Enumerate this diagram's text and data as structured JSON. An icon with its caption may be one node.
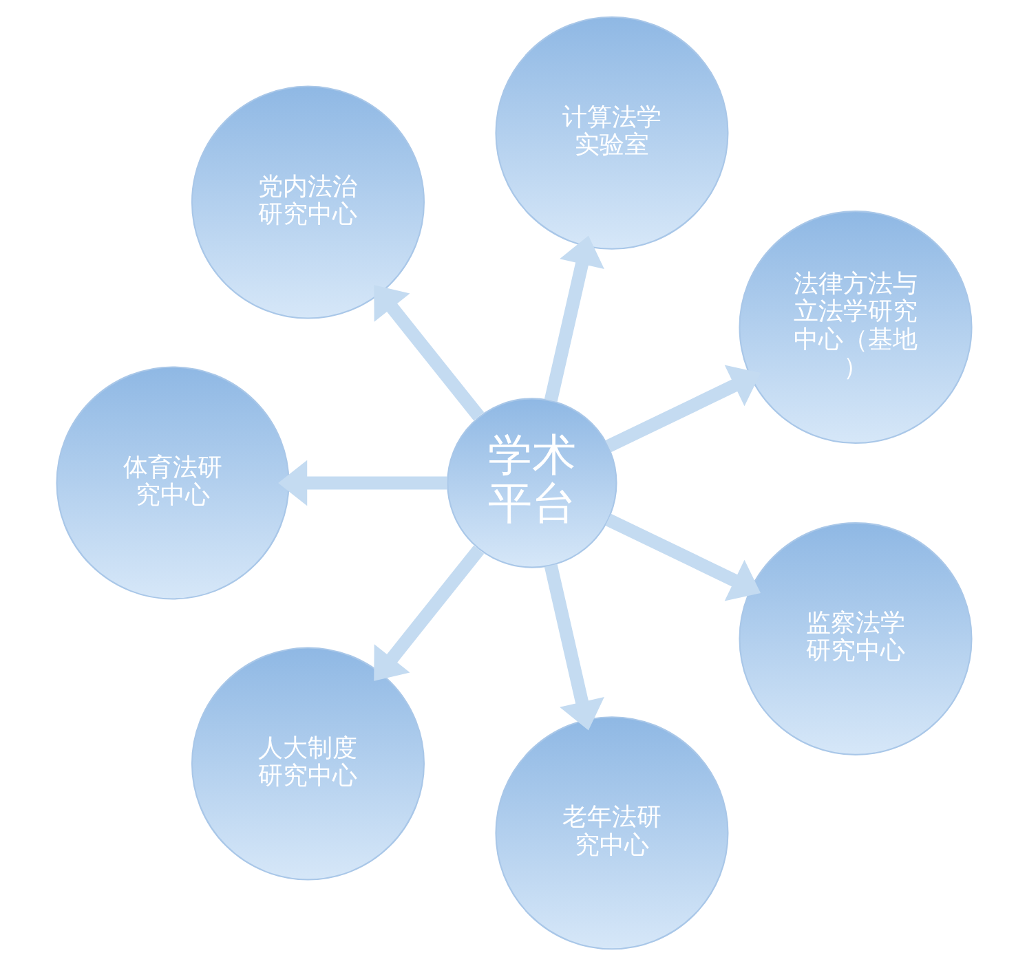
{
  "diagram": {
    "nodes": [
      {
        "text": [
          "法律方法与立法学研究中心（基地）"
        ]
      },
      {
        "text": [
          "计算法学实验室"
        ]
      },
      {
        "text": [
          "党内法治研究中心"
        ]
      },
      {
        "text": [
          "学术平台"
        ]
      },
      {
        "text": [
          "体育法研究中心"
        ]
      },
      {
        "text": [
          "人大制度研究中心"
        ]
      },
      {
        "text": [
          "老年法研究中心"
        ]
      },
      {
        "text": [
          "监察法学研究中心"
        ]
      }
    ],
    "edges": [
      {
        "from": 3,
        "to": 0,
        "arrow": "to"
      },
      {
        "from": 3,
        "to": 2,
        "arrow": "to"
      },
      {
        "from": 3,
        "to": 5,
        "arrow": "to"
      },
      {
        "from": 3,
        "to": 7,
        "arrow": "to"
      },
      {
        "from": 3,
        "to": 6,
        "arrow": "to"
      },
      {
        "from": 3,
        "to": 4,
        "arrow": "to"
      },
      {
        "from": 3,
        "to": 1,
        "arrow": "to"
      }
    ]
  }
}
